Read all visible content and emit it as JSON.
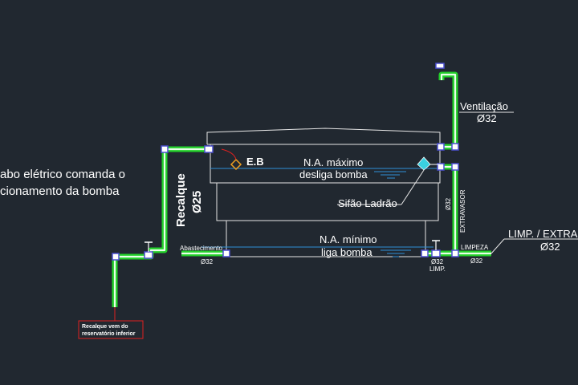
{
  "colors": {
    "background": "#212830",
    "pipe": "#23d02a",
    "water_line": "#2f8fd8",
    "fitting": "#4a4fd0",
    "label_box": "#e02020"
  },
  "labels": {
    "electric_cable": {
      "line1": "abo elétrico comanda o",
      "line2": "cionamento  da bomba"
    },
    "recalque": {
      "title": "Recalque",
      "size": "Ø25"
    },
    "eb": "E.B",
    "na_max": {
      "line1": "N.A. máximo",
      "line2": "desliga bomba"
    },
    "sifao": "Sifão Ladrão",
    "na_min": {
      "line1": "N.A. mínimo",
      "line2": "liga bomba"
    },
    "abastecimento": {
      "label": "Abastecimento",
      "size": "Ø32"
    },
    "ventilacao": {
      "label": "Ventilação",
      "size": "Ø32"
    },
    "extravasor": {
      "label": "EXTRAVASOR",
      "size": "Ø32"
    },
    "limpeza": {
      "label": "LIMPEZA",
      "size": "Ø32"
    },
    "limp_small": {
      "size": "Ø32",
      "label": "LIMP."
    },
    "limp_extra": {
      "label": "LIMP. / EXTRA",
      "size": "Ø32"
    },
    "recalque_source": {
      "line1": "Recalque vem do",
      "line2": "reservatório inferior"
    }
  }
}
